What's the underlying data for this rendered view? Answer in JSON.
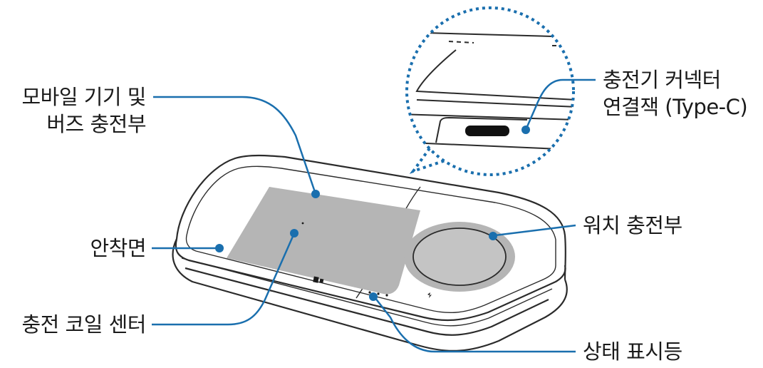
{
  "labels": {
    "mobile_buds_charger": [
      "모바일 기기 및",
      "버즈 충전부"
    ],
    "charger_connector": [
      "충전기 커넥터",
      "연결잭 (Type-C)"
    ],
    "seating_surface": "안착면",
    "watch_charger": "워치 충전부",
    "coil_center": "충전 코일 센터",
    "status_indicator": "상태 표시등"
  },
  "colors": {
    "leader_line": "#1a6fae",
    "leader_dot": "#1a6fae",
    "zoom_border": "#1a6fae",
    "pad_outline": "#2b2b2b",
    "charging_area": "#b5b5b5",
    "watch_ring": "#b5b5b5",
    "watch_center": "#c4c4c4"
  }
}
